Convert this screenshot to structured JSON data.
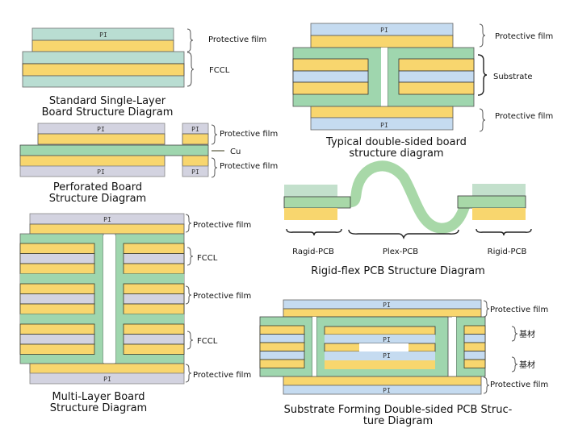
{
  "colors": {
    "pi_blue": "#c5dbf0",
    "pi_grey": "#d3d3e0",
    "pi_teal": "#b9ddd2",
    "adhesive_yellow": "#f8d66e",
    "substrate_green": "#9fd6ae",
    "flex_green": "#a8d8a8",
    "rigid_top_green": "#c3e0cc",
    "outline": "#3a3a2a",
    "hole_white": "#ffffff"
  },
  "pi_text": "PI",
  "diagrams": {
    "single_layer": {
      "title_line1": "Standard Single-Layer",
      "title_line2": "Board Structure Diagram",
      "labels": {
        "protective_film": "Protective film",
        "fccl": "FCCL"
      }
    },
    "double_sided": {
      "title_line1": "Typical double-sided board",
      "title_line2": "structure diagram",
      "labels": {
        "protective_film_top": "Protective film",
        "substrate": "Substrate",
        "protective_film_bottom": "Protective film"
      }
    },
    "perforated": {
      "title_line1": "Perforated Board",
      "title_line2": "Structure Diagram",
      "labels": {
        "protective_film_top": "Protective film",
        "cu": "Cu",
        "protective_film_bottom": "Protective film"
      }
    },
    "rigid_flex": {
      "title": "Rigid-flex PCB Structure Diagram",
      "labels": {
        "left": "Ragid-PCB",
        "middle": "Plex-PCB",
        "right": "Rigid-PCB"
      }
    },
    "multi_layer": {
      "title_line1": "Multi-Layer Board",
      "title_line2": "Structure Diagram",
      "labels": {
        "protective_film_1": "Protective film",
        "fccl_1": "FCCL",
        "protective_film_2": "Protective film",
        "fccl_2": "FCCL",
        "protective_film_3": "Protective film"
      }
    },
    "substrate_forming": {
      "title_line1": "Substrate Forming Double-sided PCB Struc-",
      "title_line2": "ture Diagram",
      "labels": {
        "protective_film_top": "Protective film",
        "substrate_1": "基材",
        "substrate_2": "基材",
        "protective_film_bottom": "Protective film"
      }
    }
  }
}
